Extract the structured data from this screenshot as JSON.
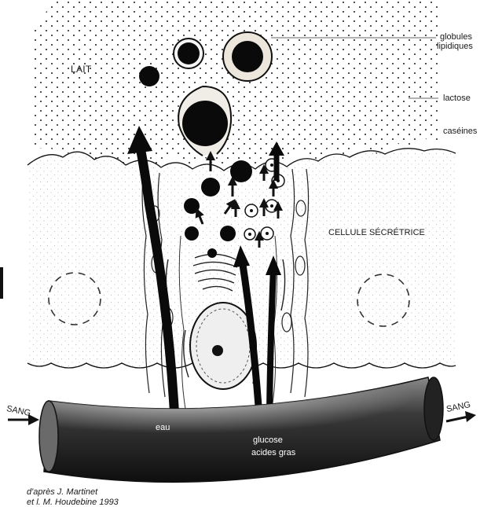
{
  "labels": {
    "lait": "LAIT",
    "globules_line1": "globules",
    "globules_line2": "lipidiques",
    "lactose": "lactose",
    "caseines": "caséines",
    "cellule": "CELLULE SÉCRÉTRICE",
    "sang_left": "SANG",
    "sang_right": "SANG",
    "eau": "eau",
    "glucose": "glucose",
    "acides_gras": "acides gras",
    "credit_line1": "d'après J. Martinet",
    "credit_line2": "et l. M. Houdebine 1993"
  },
  "colors": {
    "ink": "#111111",
    "background": "#ffffff",
    "cell_fill": "#f4f4f4",
    "vessel_dark": "#151515",
    "vessel_mid": "#6e6e6e",
    "vessel_light": "#bdbdbd"
  }
}
